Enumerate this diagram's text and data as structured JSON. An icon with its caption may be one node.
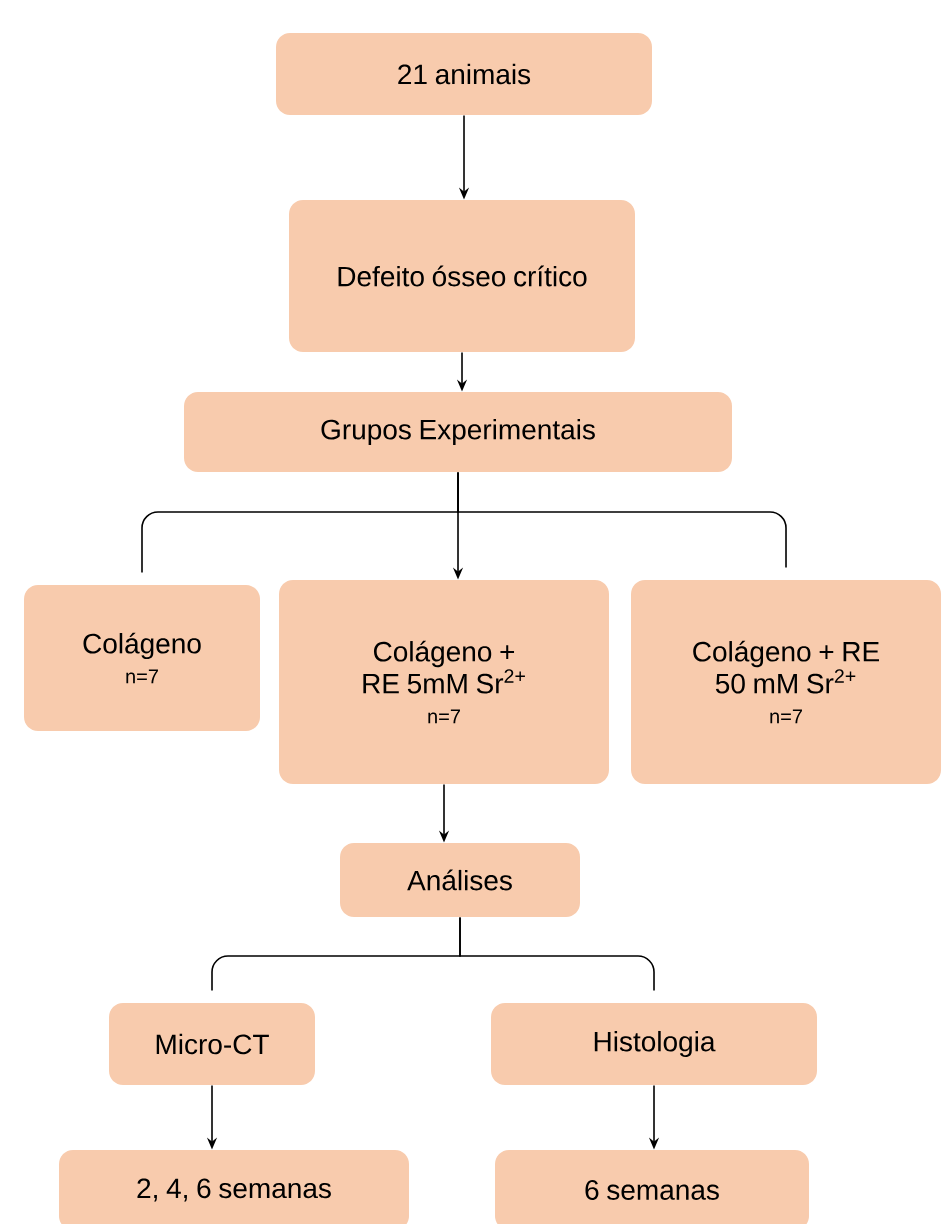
{
  "diagram": {
    "nodes": [
      {
        "text": [
          "21 animais"
        ]
      },
      {
        "text": [
          "Defeito ósseo crítico"
        ]
      },
      {
        "text": [
          "Grupos Experimentais"
        ]
      },
      {
        "text": [
          "Colágeno",
          "n=7"
        ]
      },
      {
        "text": [
          "Colágeno + RE 5mM Sr$^{2+}$",
          "n=7"
        ]
      },
      {
        "text": [
          "Colágeno + RE 50 mM Sr$^{2+}$",
          "n=7"
        ]
      },
      {
        "text": [
          "Análises"
        ]
      },
      {
        "text": [
          "Micro-CT"
        ]
      },
      {
        "text": [
          "Histologia"
        ]
      },
      {
        "text": [
          "2, 4, 6 semanas"
        ]
      },
      {
        "text": [
          "6 semanas"
        ]
      }
    ],
    "edges": [
      {
        "from": 0,
        "to": 1,
        "arrow": "to"
      },
      {
        "from": 1,
        "to": 2,
        "arrow": "to"
      },
      {
        "from": 2,
        "to": 3,
        "arrow": "none"
      },
      {
        "from": 2,
        "to": 4,
        "arrow": "to"
      },
      {
        "from": 2,
        "to": 5,
        "arrow": "none"
      },
      {
        "from": 4,
        "to": 6,
        "arrow": "to"
      },
      {
        "from": 6,
        "to": 7,
        "arrow": "none"
      },
      {
        "from": 6,
        "to": 8,
        "arrow": "none"
      },
      {
        "from": 7,
        "to": 9,
        "arrow": "to"
      },
      {
        "from": 8,
        "to": 10,
        "arrow": "to"
      }
    ]
  }
}
